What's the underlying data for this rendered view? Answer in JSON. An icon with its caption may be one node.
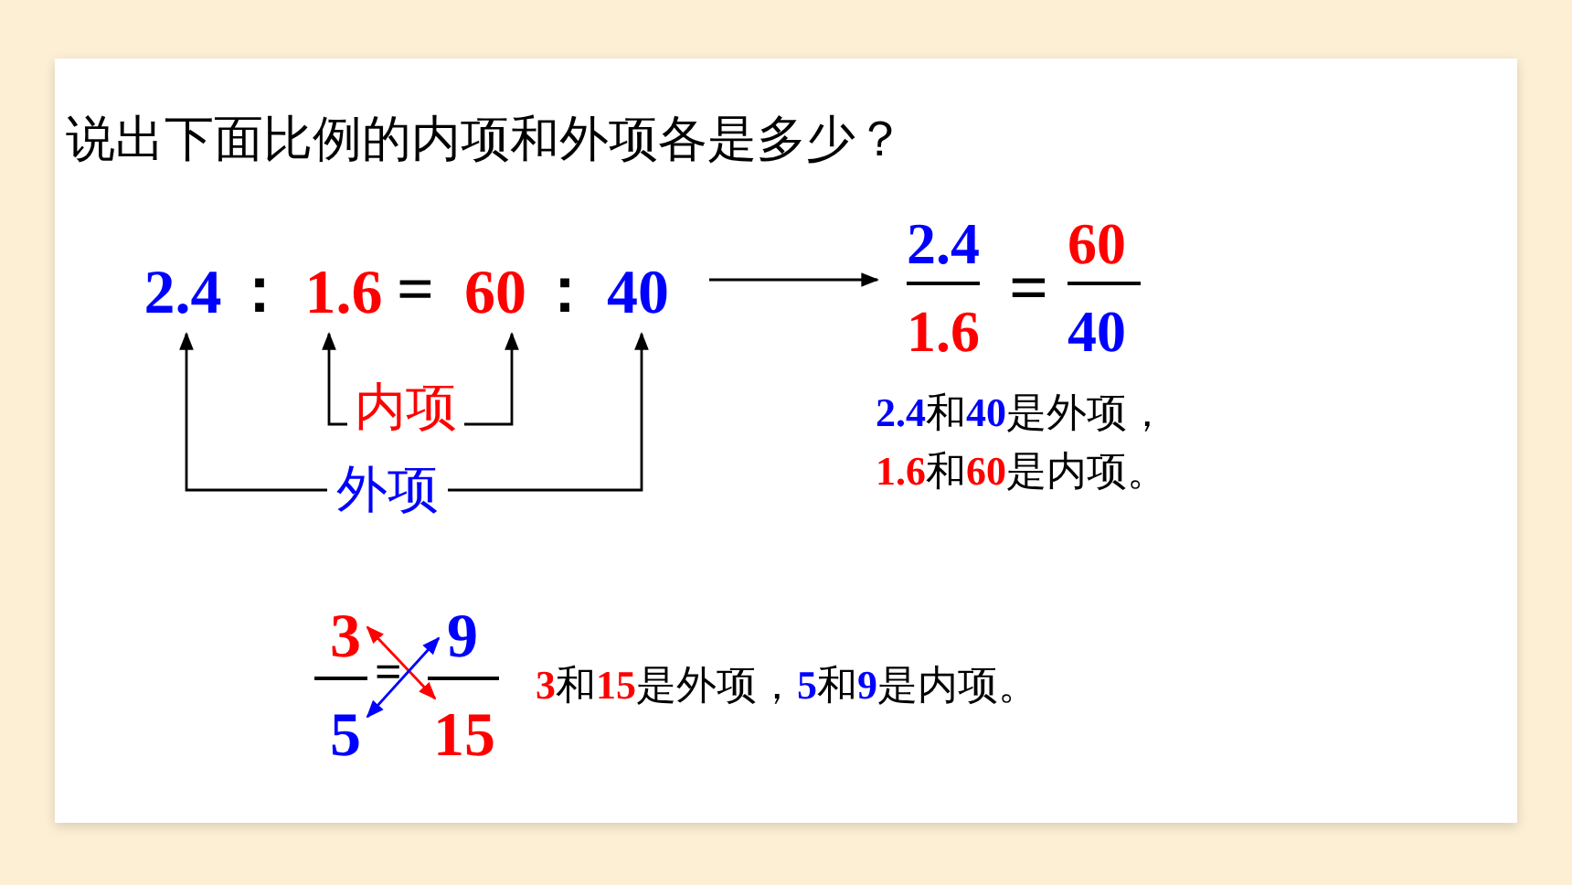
{
  "diagram": {
    "title": "说出下面比例的内项和外项各是多少？",
    "nodes": [
      {
        "text": [
          "2.4"
        ]
      },
      {
        "text": [
          "1.6"
        ]
      },
      {
        "text": [
          "60"
        ]
      },
      {
        "text": [
          "40"
        ]
      },
      {
        "text": [
          "内项"
        ]
      },
      {
        "text": [
          "外项"
        ]
      },
      {
        "text": [
          "2.4",
          "1.6",
          "=",
          "60",
          "40"
        ]
      },
      {
        "text": [
          "3"
        ]
      },
      {
        "text": [
          "9"
        ]
      },
      {
        "text": [
          "5"
        ]
      },
      {
        "text": [
          "15"
        ]
      }
    ],
    "edges": [
      {
        "from": 4,
        "to": 1,
        "arrow": "to"
      },
      {
        "from": 4,
        "to": 2,
        "arrow": "to"
      },
      {
        "from": 5,
        "to": 0,
        "arrow": "to"
      },
      {
        "from": 5,
        "to": 3,
        "arrow": "to"
      },
      {
        "from": null,
        "to": 6,
        "arrow": "to"
      },
      {
        "from": 7,
        "to": 10,
        "arrow": "both",
        "color": "#ff0000"
      },
      {
        "from": 8,
        "to": 9,
        "arrow": "both",
        "color": "#0000ff"
      }
    ],
    "labels": [
      "：",
      "=",
      "：",
      "2.4和40是外项，",
      "1.6和60是内项。",
      "=",
      "3和15是外项，5和9是内项。"
    ]
  }
}
